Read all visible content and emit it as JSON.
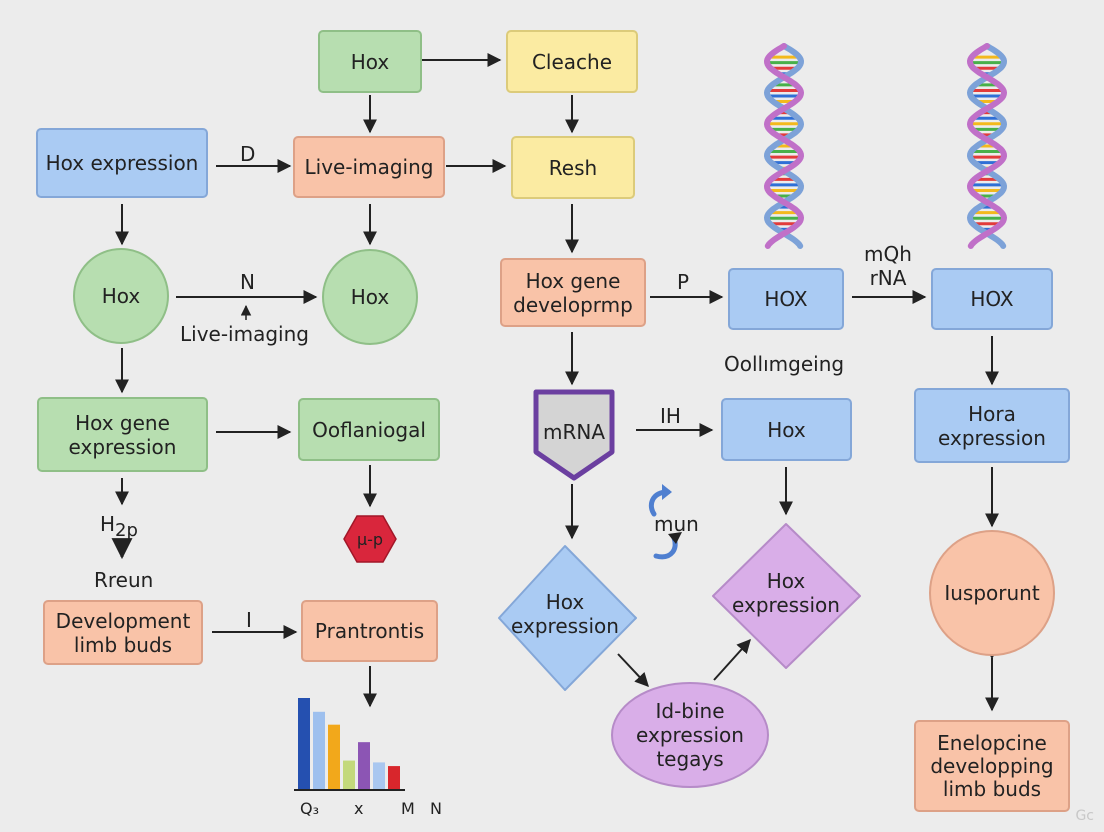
{
  "colors": {
    "green": "#b7deb0",
    "yellow": "#fbeba2",
    "blue": "#aacbf3",
    "orange": "#f9c3a8",
    "purple": "#d9aee8",
    "mrna_border": "#6b3fa0",
    "mrna_fill": "#d4d4d4",
    "hexagon": "#d9263c",
    "arrow": "#222222"
  },
  "nodes": {
    "hox_top": "Hox",
    "cleache": "Cleache",
    "hox_expression_top": "Hox expression",
    "live_imaging_box": "Live-imaging",
    "resh": "Resh",
    "hox_circle_left": "Hox",
    "hox_circle_mid": "Hox",
    "hox_gene_develop": "Hox gene developrmp",
    "hox_caps_mid": "HOX",
    "hox_caps_right": "HOX",
    "hox_gene_expression": "Hox gene expression",
    "ooflaniogal": "Ooflaniogal",
    "mrna": "mRNA",
    "hox_blue_mid": "Hox",
    "hora_expression": "Hora expression",
    "hexagon_label": "µ-p",
    "development_limb_buds": "Development limb buds",
    "prantrontis": "Prantrontis",
    "hox_expression_diamond_left": "Hox expression",
    "hox_expression_diamond_right": "Hox expression",
    "id_bine_expression": "Id-bine expression tegays",
    "iusporunt": "Iusporunt",
    "enelopcine": "Enelopcine developping limb buds"
  },
  "labels": {
    "d": "D",
    "n": "N",
    "live_imaging_text": "Live-imaging",
    "p": "P",
    "mqh_rna": "mQh rNA",
    "oollimgeing": "Oollımgeing",
    "ih": "IH",
    "h2p": "H2p",
    "rreun": "Rreun",
    "i": "I",
    "mun": "mun"
  },
  "icons": [
    "dna-helix-icon",
    "dna-helix-icon",
    "cycle-arrows-icon",
    "hexagon-icon",
    "bar-chart-icon"
  ],
  "mini_chart": {
    "bar_colors": [
      "#2550b0",
      "#9ec0ee",
      "#f2a81b",
      "#c3d97b",
      "#8c55b4",
      "#a9c7f0",
      "#d8262c"
    ],
    "bar_values": [
      1.0,
      0.85,
      0.71,
      0.32,
      0.52,
      0.3,
      0.26
    ],
    "tick_labels": [
      "Q₃",
      "x",
      "M",
      "N"
    ]
  },
  "watermark": "Gc"
}
